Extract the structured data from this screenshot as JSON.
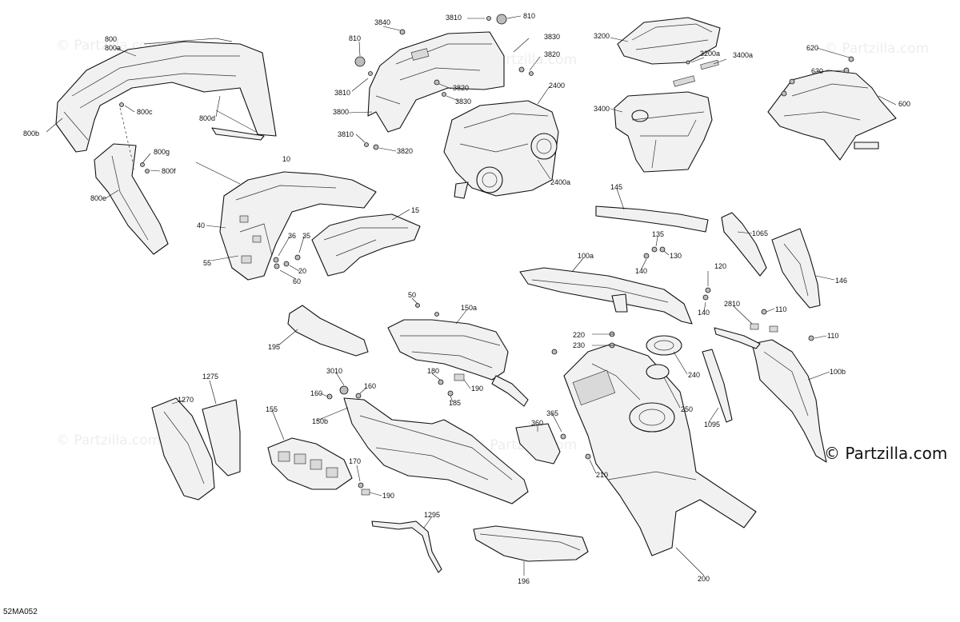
{
  "watermark": "© Partzilla.com",
  "brand": "© Partzilla.com",
  "diagram_code": "52MA052",
  "labels": {
    "p800": "800",
    "p800a": "800a",
    "p800b": "800b",
    "p800c": "800c",
    "p800d": "800d",
    "p800e": "800e",
    "p800f": "800f",
    "p800g": "800g",
    "p810a": "810",
    "p810b": "810",
    "p3810a": "3810",
    "p3810b": "3810",
    "p3810c": "3810",
    "p3840": "3840",
    "p3830a": "3830",
    "p3830b": "3830",
    "p3820a": "3820",
    "p3820b": "3820",
    "p3820c": "3820",
    "p3800": "3800",
    "p2400": "2400",
    "p2400a": "2400a",
    "p3200": "3200",
    "p3200a": "3200a",
    "p3400": "3400",
    "p3400a": "3400a",
    "p620": "620",
    "p630": "630",
    "p600": "600",
    "p10": "10",
    "p15": "15",
    "p40": "40",
    "p55": "55",
    "p36": "36",
    "p35": "35",
    "p20": "20",
    "p60": "60",
    "p145": "145",
    "p135": "135",
    "p130": "130",
    "p140a": "140",
    "p140b": "140",
    "p100a": "100a",
    "p1065": "1065",
    "p146": "146",
    "p120": "120",
    "p2810": "2810",
    "p110a": "110",
    "p110b": "110",
    "p100b": "100b",
    "p50": "50",
    "p150a": "150a",
    "p195": "195",
    "p220": "220",
    "p230": "230",
    "p240": "240",
    "p250": "250",
    "p1095": "1095",
    "p180": "180",
    "p190a": "190",
    "p185": "185",
    "p3010": "3010",
    "p160a": "160",
    "p160b": "160",
    "p1275": "1275",
    "p1270": "1270",
    "p155": "155",
    "p150b": "150b",
    "p170": "170",
    "p190b": "190",
    "p360": "360",
    "p365": "365",
    "p210": "210",
    "p1295": "1295",
    "p196": "196",
    "p200": "200"
  }
}
